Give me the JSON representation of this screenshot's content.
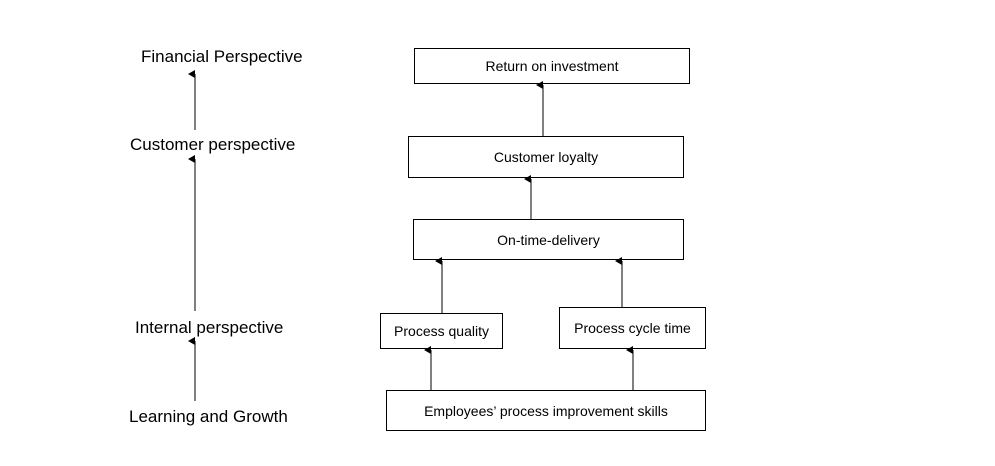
{
  "perspectives": {
    "financial": "Financial Perspective",
    "customer": "Customer perspective",
    "internal": "Internal perspective",
    "learning": "Learning and Growth"
  },
  "boxes": {
    "return_on_investment": "Return on investment",
    "customer_loyalty": "Customer loyalty",
    "on_time_delivery": "On-time-delivery",
    "process_quality": "Process quality",
    "process_cycle_time": "Process cycle time",
    "employee_skills": "Employees’ process improvement skills"
  }
}
